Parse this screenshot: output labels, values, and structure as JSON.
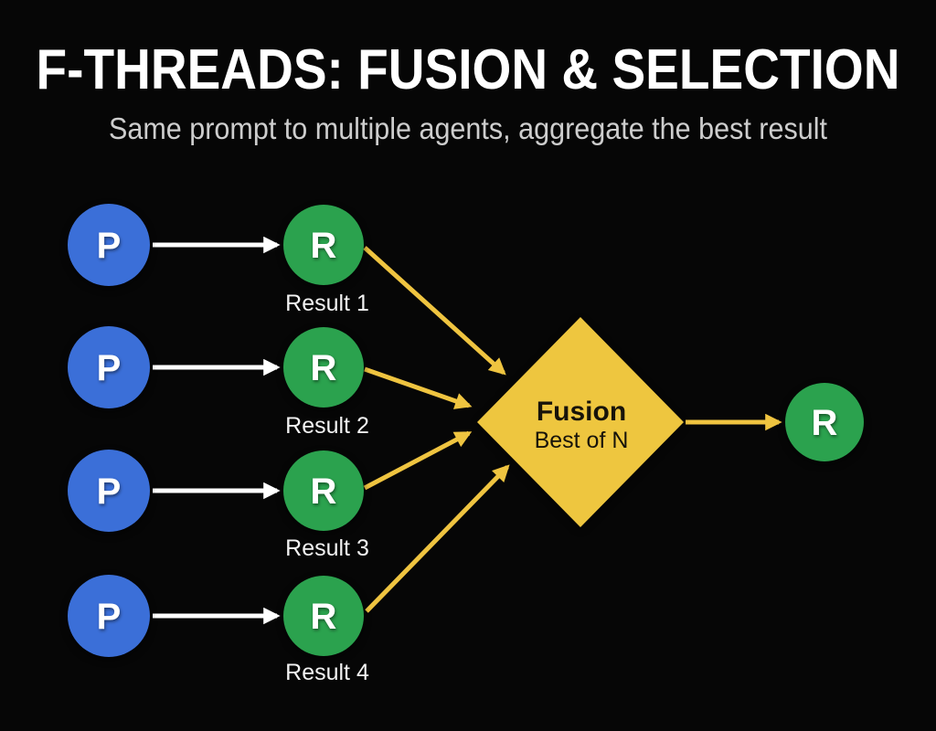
{
  "title": "F-THREADS: FUSION & SELECTION",
  "subtitle": "Same prompt to multiple agents, aggregate the best result",
  "colors": {
    "background": "#060606",
    "prompt_node": "#3B6FD8",
    "result_node": "#2BA24E",
    "fusion_node": "#EEC63F",
    "white_arrow": "#FFFFFF",
    "yellow_arrow": "#EFC440",
    "node_letter": "#FFFFFF",
    "caption_text": "#F2F2F2",
    "title_text": "#FFFFFF",
    "subtitle_text": "#CDCDCD",
    "fusion_text": "#17130A"
  },
  "nodes": {
    "prompts": [
      {
        "label": "P"
      },
      {
        "label": "P"
      },
      {
        "label": "P"
      },
      {
        "label": "P"
      }
    ],
    "results": [
      {
        "label": "R",
        "caption": "Result 1"
      },
      {
        "label": "R",
        "caption": "Result 2"
      },
      {
        "label": "R",
        "caption": "Result 3"
      },
      {
        "label": "R",
        "caption": "Result 4"
      }
    ],
    "fusion": {
      "label": "Fusion",
      "sublabel": "Best of N"
    },
    "output": {
      "label": "R"
    }
  }
}
